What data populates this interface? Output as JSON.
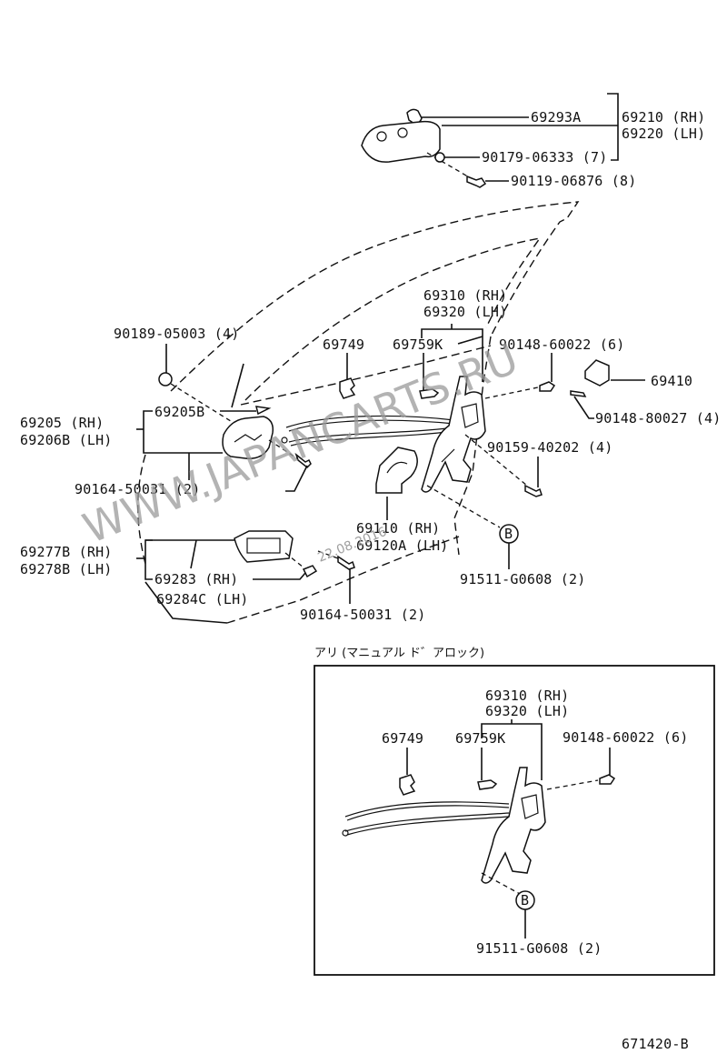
{
  "diagram": {
    "title_code": "671420-B",
    "watermark": "WWW.JAPANCARTS.RU",
    "watermark_date": "22.08.2016",
    "main_labels": {
      "p69293A": "69293A",
      "p69210": "69210 (RH)",
      "p69220": "69220 (LH)",
      "p90179": "90179-06333 (7)",
      "p90119": "90119-06876 (8)",
      "p90189": "90189-05003 (4)",
      "p69310": "69310 (RH)",
      "p69320": "69320 (LH)",
      "p69749": "69749",
      "p69759K": "69759K",
      "p90148_60022": "90148-60022 (6)",
      "p69410": "69410",
      "p90148_80027": "90148-80027 (4)",
      "p69205B": "69205B",
      "p69205": "69205   (RH)",
      "p69206B": "69206B (LH)",
      "p90159": "90159-40202 (4)",
      "p90164_a": "90164-50031 (2)",
      "p69110": "69110   (RH)",
      "p69120A": "69120A (LH)",
      "p69277B": "69277B (RH)",
      "p69278B": "69278B (LH)",
      "p69283": "69283 (RH)",
      "p69284C": "69284C (LH)",
      "p90164_b": "90164-50031 (2)",
      "p91511": "91511-G0608 (2)",
      "ref_B": "B"
    },
    "inset": {
      "caption": "アリ (マニュアル ド゛アロック)",
      "p69310": "69310 (RH)",
      "p69320": "69320 (LH)",
      "p69749": "69749",
      "p69759K": "69759K",
      "p90148_60022": "90148-60022 (6)",
      "p91511": "91511-G0608 (2)",
      "ref_B": "B"
    }
  }
}
